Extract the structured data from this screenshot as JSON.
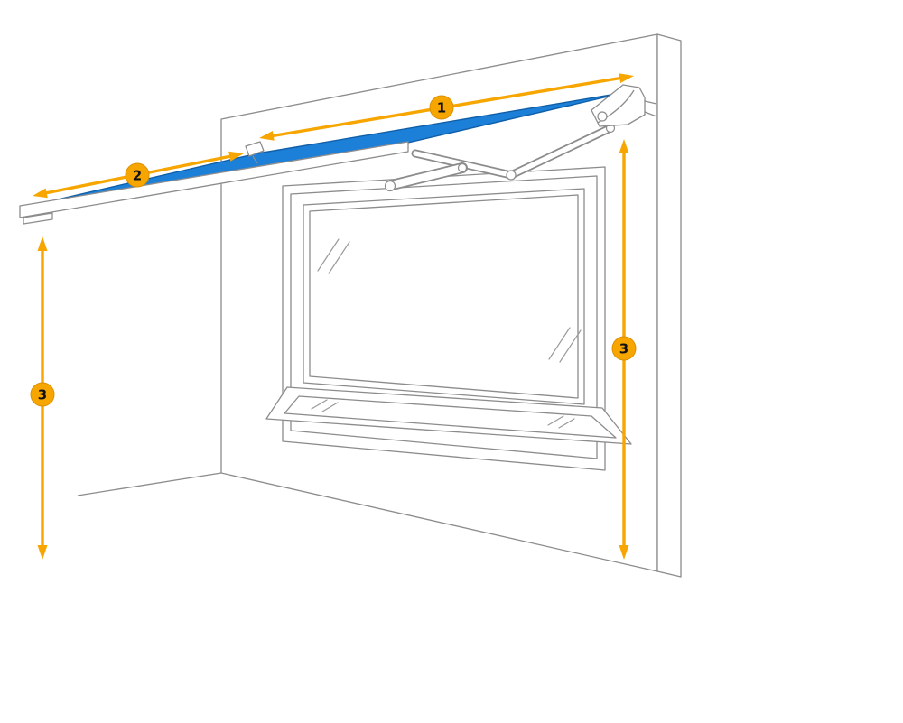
{
  "diagram": {
    "colors": {
      "accent": "#F7A600",
      "accent_edge": "#DB8F00",
      "awning_fabric": "#1D80D8",
      "awning_fabric_edge": "#0F5FA8",
      "line": "#8C8C8C",
      "background": "#FFFFFF"
    },
    "callouts": [
      {
        "id": "awning-width",
        "label": "1"
      },
      {
        "id": "awning-projection",
        "label": "2"
      },
      {
        "id": "height-front",
        "label": "3"
      },
      {
        "id": "height-wall",
        "label": "3"
      }
    ]
  }
}
